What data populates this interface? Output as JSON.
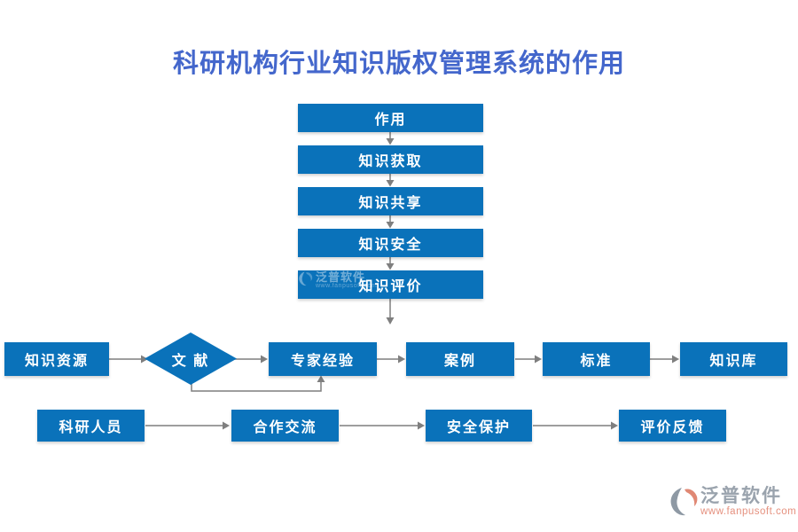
{
  "title": "科研机构行业知识版权管理系统的作用",
  "colors": {
    "box-blue": "#0a72ba",
    "title-blue": "#4467cc",
    "arrow-gray": "#7f7f7f",
    "logo-gray": "#9aa3ad",
    "logo-salmon": "#e5907e"
  },
  "vertical_chain": [
    {
      "label": "作用"
    },
    {
      "label": "知识获取"
    },
    {
      "label": "知识共享"
    },
    {
      "label": "知识安全"
    },
    {
      "label": "知识评价"
    }
  ],
  "middle_row": {
    "source": {
      "label": "知识资源"
    },
    "decision": {
      "label": "文 献"
    },
    "nodes": [
      {
        "label": "专家经验"
      },
      {
        "label": "案例"
      },
      {
        "label": "标准"
      },
      {
        "label": "知识库"
      }
    ]
  },
  "bottom_row": [
    {
      "label": "科研人员"
    },
    {
      "label": "合作交流"
    },
    {
      "label": "安全保护"
    },
    {
      "label": "评价反馈"
    }
  ],
  "watermark": {
    "text": "泛普软件",
    "url": "www.fanpusoft.com"
  },
  "logo": {
    "text": "泛普软件",
    "url": "www.fanpusoft.com"
  }
}
